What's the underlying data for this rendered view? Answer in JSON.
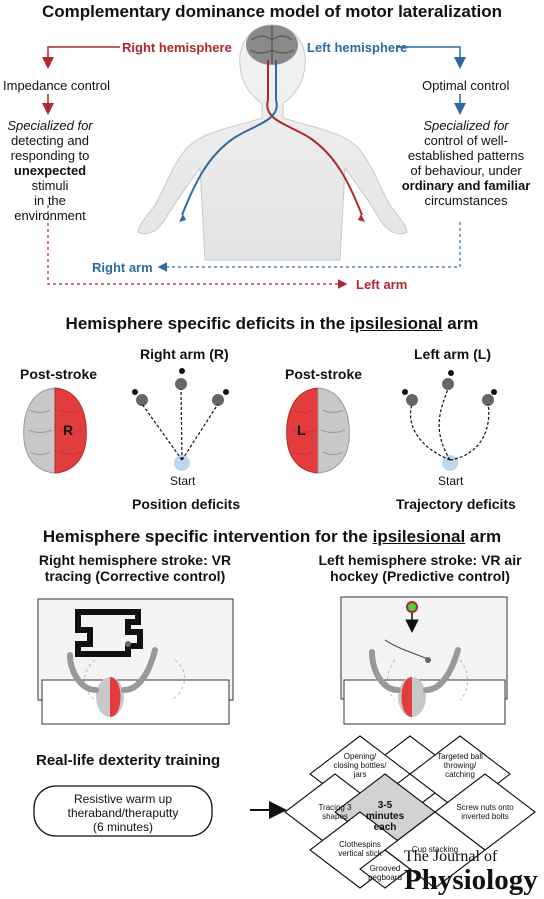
{
  "section1": {
    "title": "Complementary dominance model of motor lateralization",
    "right_hemisphere": "Right hemisphere",
    "left_hemisphere": "Left hemisphere",
    "impedance_control": "Impedance control",
    "optimal_control": "Optimal control",
    "left_desc": {
      "italic": "Specialized for",
      "line1": "detecting and",
      "line2": "responding to",
      "bold": "unexpected",
      "line3_rest": " stimuli",
      "line4": "in the environment"
    },
    "right_desc": {
      "italic": "Specialized for",
      "line1": "control of well-",
      "line2": "established patterns",
      "line3": "of behaviour, under",
      "bold": "ordinary and familiar",
      "line5": "circumstances"
    },
    "right_arm": "Right arm",
    "left_arm": "Left arm"
  },
  "section2": {
    "title_pre": "Hemisphere specific deficits in the ",
    "title_u": "ipsilesional",
    "title_post": " arm",
    "post_stroke_1": "Post-stroke",
    "post_stroke_2": "Post-stroke",
    "right_arm_r": "Right arm (R)",
    "left_arm_l": "Left arm (L)",
    "brain_r": "R",
    "brain_l": "L",
    "start_1": "Start",
    "start_2": "Start",
    "position_deficits": "Position deficits",
    "trajectory_deficits": "Trajectory deficits"
  },
  "section3": {
    "title_pre": "Hemisphere specific intervention for the ",
    "title_u": "ipsilesional",
    "title_post": " arm",
    "right_stroke_l1": "Right hemisphere stroke: VR",
    "right_stroke_l2": "tracing (Corrective control)",
    "left_stroke_l1": "Left hemisphere stroke: VR air",
    "left_stroke_l2": "hockey (Predictive control)"
  },
  "section4": {
    "title": "Real-life dexterity training",
    "warmup_l1": "Resistive warm up",
    "warmup_l2": "theraband/theraputty",
    "warmup_l3": "(6 minutes)",
    "center_l1": "3-5 minutes",
    "center_l2": "each",
    "opening_l1": "Opening/",
    "opening_l2": "closing bottles/",
    "opening_l3": "jars",
    "targeted_l1": "Targeted ball",
    "targeted_l2": "throwing/",
    "targeted_l3": "catching",
    "tracing_l1": "Tracing 3",
    "tracing_l2": "shapes",
    "screw_l1": "Screw nuts onto",
    "screw_l2": "inverted bolts",
    "clothespins_l1": "Clothespins",
    "clothespins_l2": "vertical stick",
    "cup_stacking": "Cup stacking",
    "grooved_l1": "Grooved",
    "grooved_l2": "pegboard"
  },
  "journal": {
    "line1": "The Journal of",
    "line2": "Physiology"
  },
  "colors": {
    "red": "#b0282e",
    "blue": "#2d6aa3",
    "brain_red": "#e23c3c",
    "start_blue": "#bcd7f2"
  }
}
